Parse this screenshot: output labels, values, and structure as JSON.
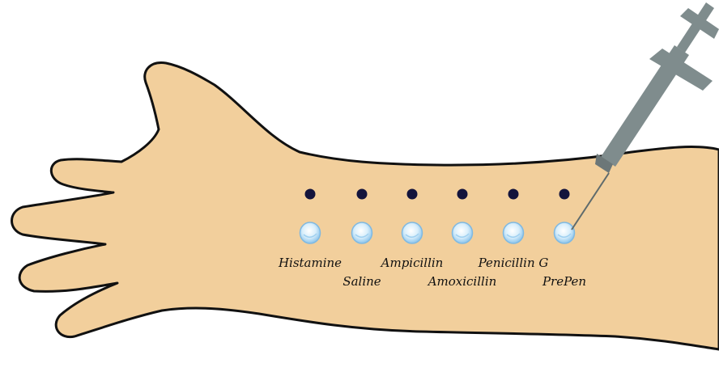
{
  "colors": {
    "skin": "#f2cf9c",
    "outline": "#111111",
    "dot": "#14143c",
    "bleb_fill": "#d8eefb",
    "bleb_stroke": "#7fb9e2",
    "syringe": "#7f8c8d",
    "syringe_dark": "#5f6b6c"
  },
  "tests": [
    {
      "label": "Histamine",
      "label_row": "upper"
    },
    {
      "label": "Saline",
      "label_row": "lower"
    },
    {
      "label": "Ampicillin",
      "label_row": "upper"
    },
    {
      "label": "Amoxicillin",
      "label_row": "lower"
    },
    {
      "label": "Penicillin G",
      "label_row": "upper"
    },
    {
      "label": "PrePen",
      "label_row": "lower"
    }
  ],
  "icons": {
    "syringe": "syringe-icon",
    "arm": "arm-illustration"
  }
}
